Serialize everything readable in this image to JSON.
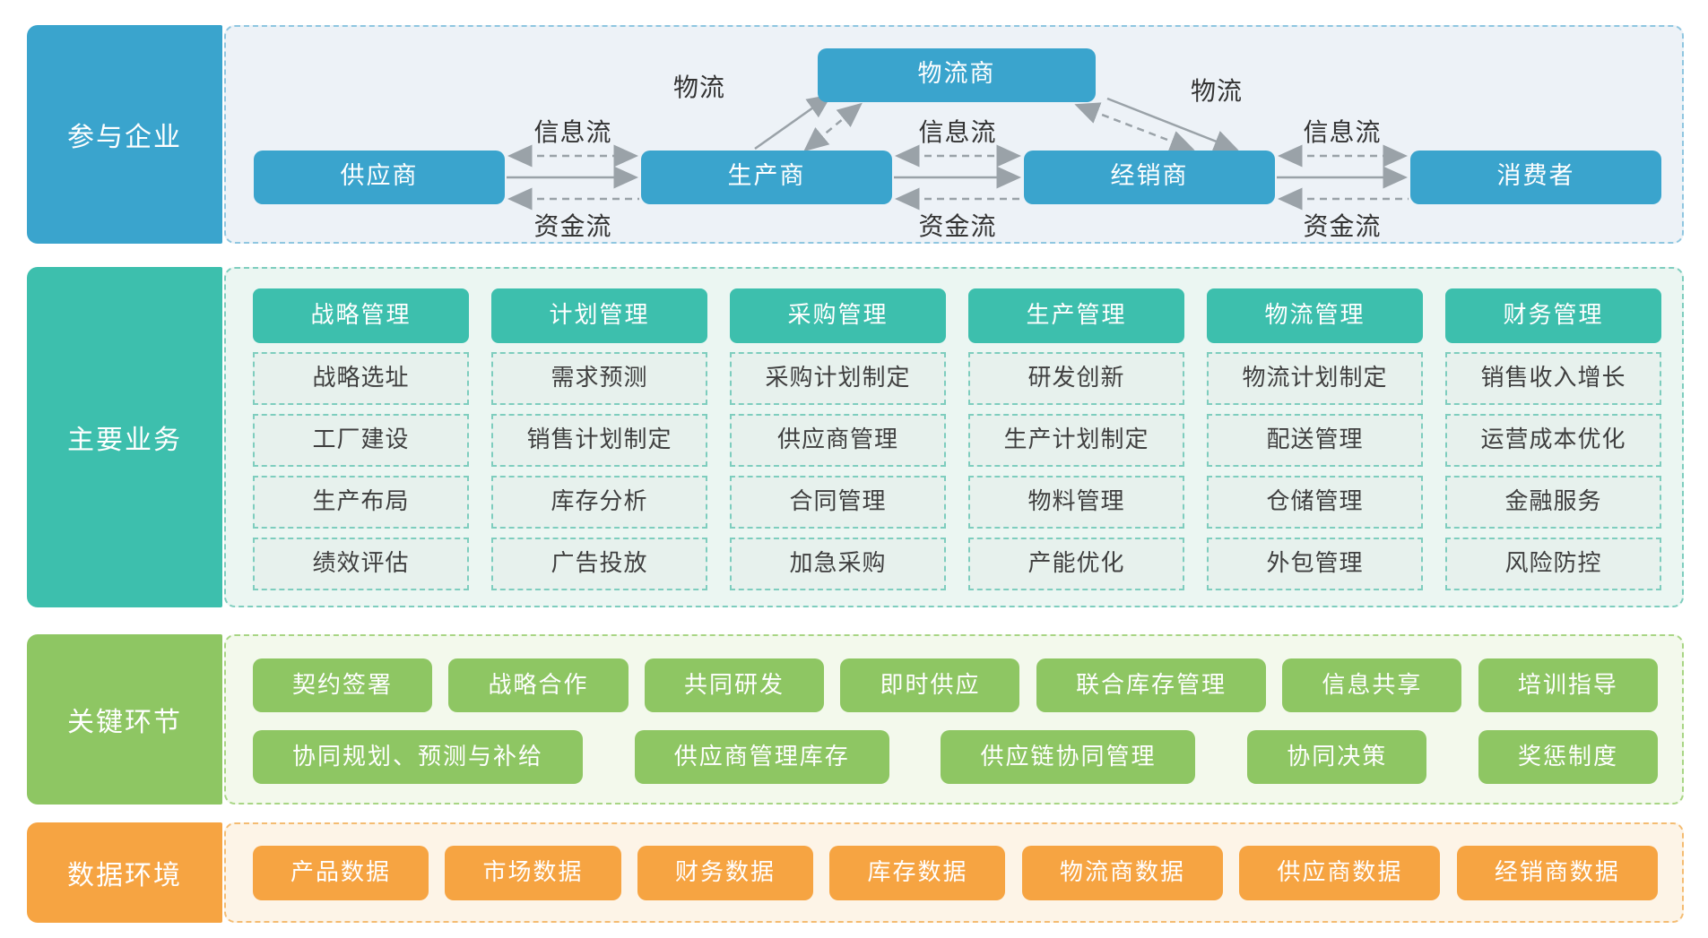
{
  "sections": {
    "participants": {
      "label": "参与企业",
      "entities": {
        "logistics_provider": "物流商",
        "supplier": "供应商",
        "producer": "生产商",
        "distributor": "经销商",
        "consumer": "消费者"
      },
      "flow_labels": {
        "logistics_left": "物流",
        "logistics_right": "物流",
        "info_1": "信息流",
        "info_2": "信息流",
        "info_3": "信息流",
        "capital_1": "资金流",
        "capital_2": "资金流",
        "capital_3": "资金流"
      }
    },
    "business": {
      "label": "主要业务",
      "columns": [
        {
          "header": "战略管理",
          "items": [
            "战略选址",
            "工厂建设",
            "生产布局",
            "绩效评估"
          ]
        },
        {
          "header": "计划管理",
          "items": [
            "需求预测",
            "销售计划制定",
            "库存分析",
            "广告投放"
          ]
        },
        {
          "header": "采购管理",
          "items": [
            "采购计划制定",
            "供应商管理",
            "合同管理",
            "加急采购"
          ]
        },
        {
          "header": "生产管理",
          "items": [
            "研发创新",
            "生产计划制定",
            "物料管理",
            "产能优化"
          ]
        },
        {
          "header": "物流管理",
          "items": [
            "物流计划制定",
            "配送管理",
            "仓储管理",
            "外包管理"
          ]
        },
        {
          "header": "财务管理",
          "items": [
            "销售收入增长",
            "运营成本优化",
            "金融服务",
            "风险防控"
          ]
        }
      ]
    },
    "key_links": {
      "label": "关键环节",
      "row1": [
        "契约签署",
        "战略合作",
        "共同研发",
        "即时供应",
        "联合库存管理",
        "信息共享",
        "培训指导"
      ],
      "row2": [
        "协同规划、预测与补给",
        "供应商管理库存",
        "供应链协同管理",
        "协同决策",
        "奖惩制度"
      ]
    },
    "data_env": {
      "label": "数据环境",
      "items": [
        "产品数据",
        "市场数据",
        "财务数据",
        "库存数据",
        "物流商数据",
        "供应商数据",
        "经销商数据"
      ]
    }
  },
  "colors": {
    "blue": "#3AA4CD",
    "blue-panel": "#EDF2F7",
    "blue-border": "#8FC6E0",
    "teal": "#3DBFAD",
    "teal-panel": "#EBF6F2",
    "teal-item": "#E7F1ED",
    "teal-border": "#7ECDBE",
    "green": "#8EC663",
    "green-panel": "#F3F9EC",
    "green-border": "#A8D584",
    "orange": "#F6A442",
    "orange-panel": "#FDF4E7",
    "orange-border": "#F4BC72",
    "arrow": "#9AA2A8",
    "label-text": "#333333",
    "item-text": "#3F3F3F"
  }
}
